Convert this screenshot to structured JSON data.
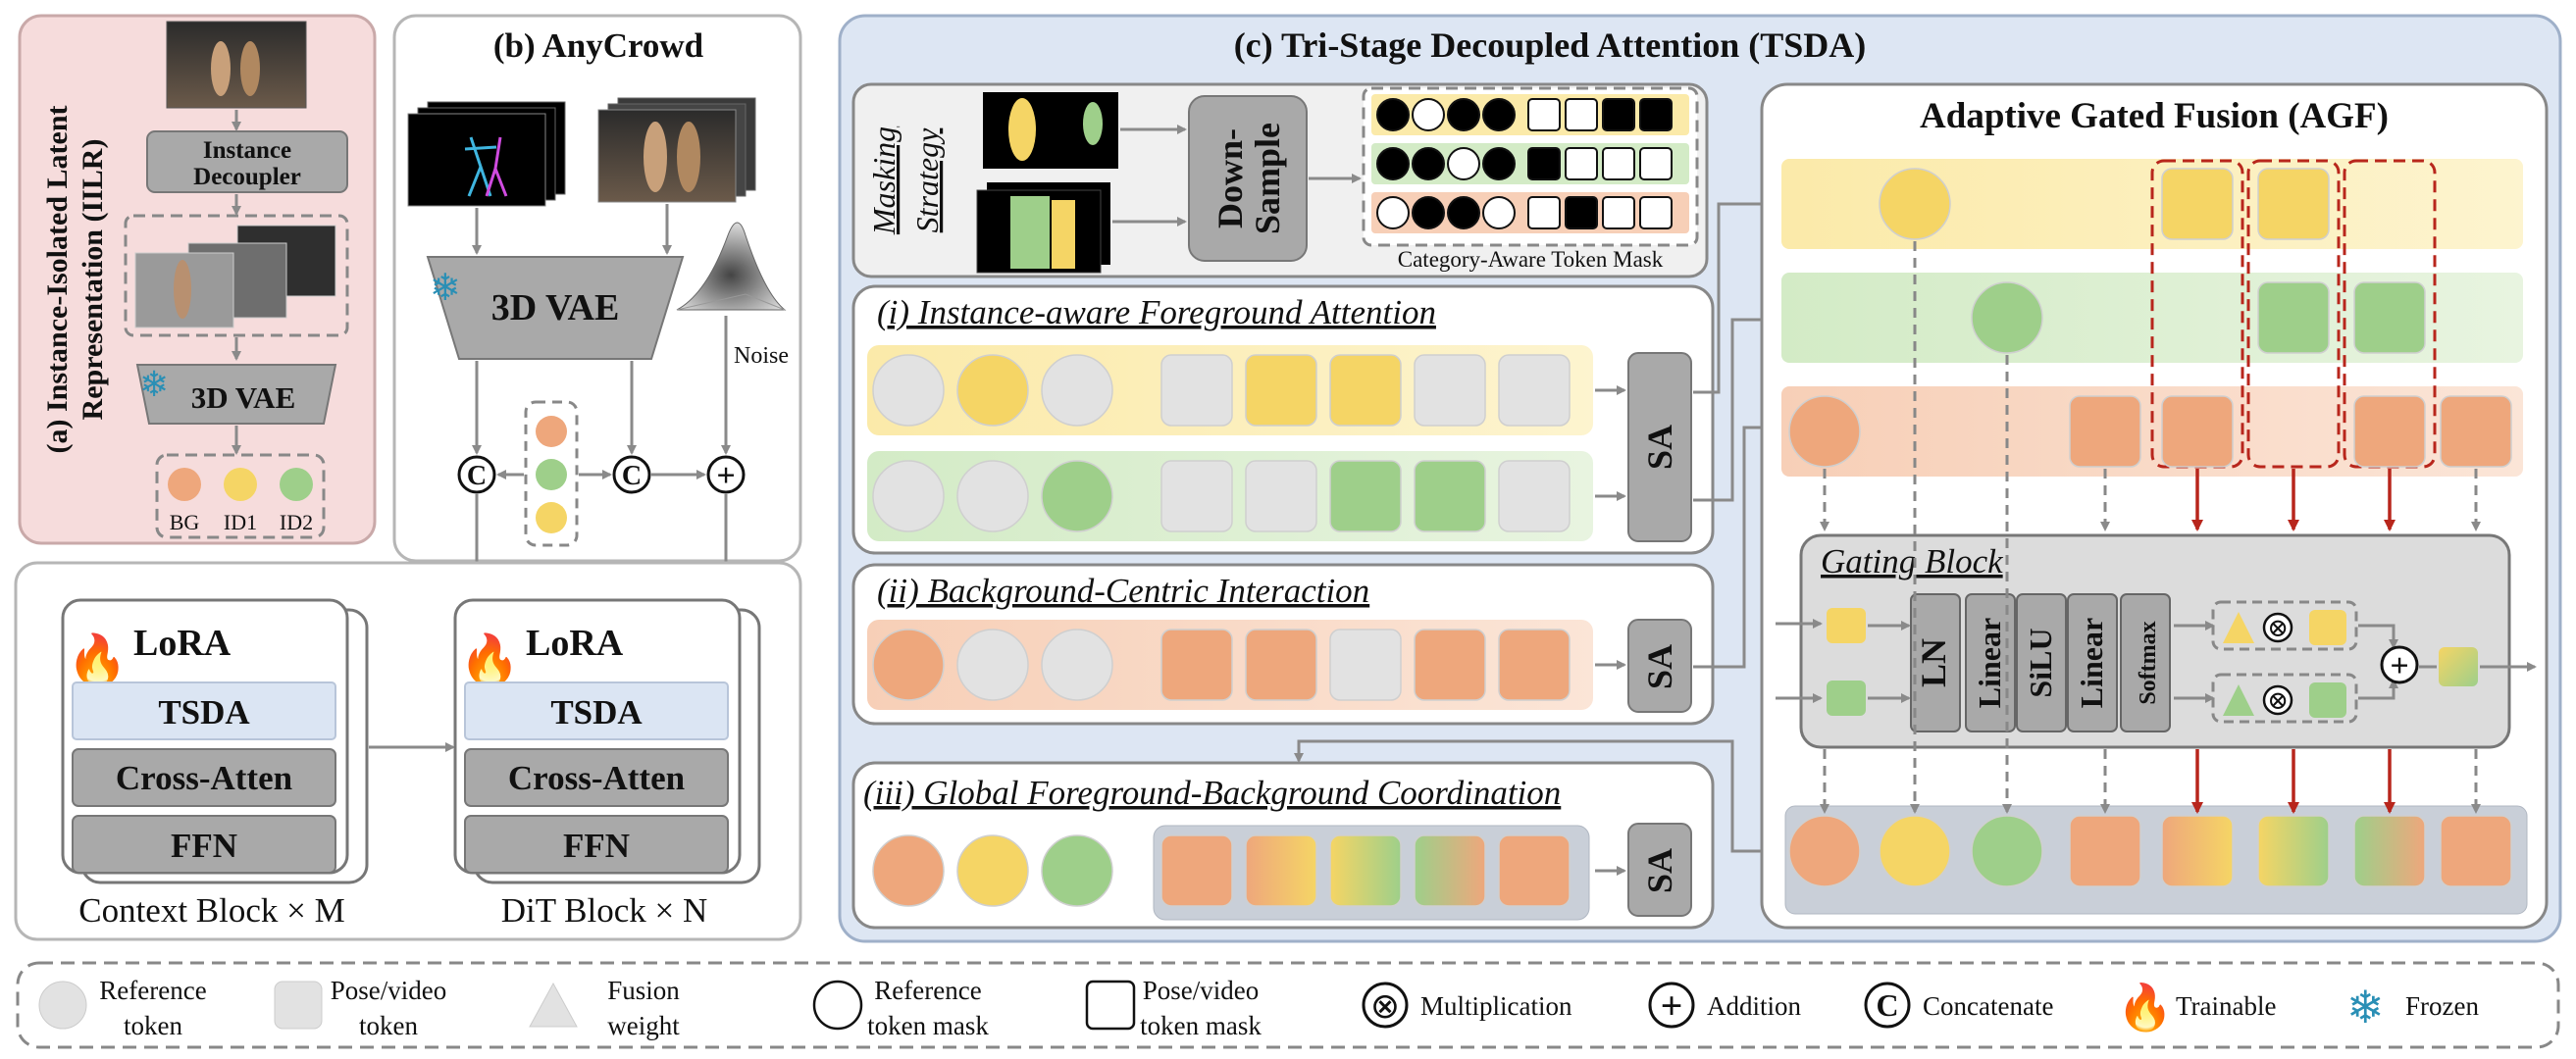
{
  "panel_a": {
    "title_line1": "(a) Instance-Isolated Latent",
    "title_line2": "Representation (IILR)",
    "decoupler_label_1": "Instance",
    "decoupler_label_2": "Decoupler",
    "vae_label": "3D VAE",
    "latent_labels": [
      "BG",
      "ID1",
      "ID2"
    ]
  },
  "panel_b": {
    "title": "(b) AnyCrowd",
    "vae_label": "3D VAE",
    "noise_label": "Noise",
    "concat_symbol": "C",
    "add_symbol": "+",
    "context_block": {
      "lora": "LoRA",
      "layers": [
        "TSDA",
        "Cross-Atten",
        "FFN"
      ],
      "caption": "Context Block × M"
    },
    "dit_block": {
      "lora": "LoRA",
      "layers": [
        "TSDA",
        "Cross-Atten",
        "FFN"
      ],
      "caption": "DiT Block × N"
    }
  },
  "panel_c": {
    "title": "(c) Tri-Stage Decoupled Attention (TSDA)",
    "masking": {
      "label_line1": "Masking",
      "label_line2": "Strategy",
      "downsample_1": "Down-",
      "downsample_2": "Sample",
      "mask_caption": "Category-Aware Token Mask"
    },
    "stage1": {
      "title": "(i) Instance-aware Foreground Attention",
      "sa": "SA"
    },
    "stage2": {
      "title": "(ii) Background-Centric Interaction",
      "sa": "SA"
    },
    "stage3": {
      "title": "(iii) Global Foreground-Background Coordination",
      "sa": "SA"
    },
    "agf": {
      "title": "Adaptive Gated Fusion (AGF)",
      "gating_title": "Gating Block",
      "layers": [
        "LN",
        "Linear",
        "SiLU",
        "Linear",
        "Softmax"
      ],
      "multiply_symbol": "⊗",
      "add_symbol": "+"
    }
  },
  "legend": [
    {
      "icon": "reference-token-icon",
      "line1": "Reference",
      "line2": "token"
    },
    {
      "icon": "pose-video-token-icon",
      "line1": "Pose/video",
      "line2": "token"
    },
    {
      "icon": "fusion-weight-icon",
      "line1": "Fusion",
      "line2": "weight"
    },
    {
      "icon": "reference-token-mask-icon",
      "line1": "Reference",
      "line2": "token mask"
    },
    {
      "icon": "pose-video-token-mask-icon",
      "line1": "Pose/video",
      "line2": "token mask"
    },
    {
      "icon": "multiplication-icon",
      "line1": "Multiplication",
      "line2": ""
    },
    {
      "icon": "addition-icon",
      "line1": "Addition",
      "line2": ""
    },
    {
      "icon": "concatenate-icon",
      "line1": "Concatenate",
      "line2": ""
    },
    {
      "icon": "trainable-fire-icon",
      "line1": "Trainable",
      "line2": ""
    },
    {
      "icon": "frozen-snowflake-icon",
      "line1": "Frozen",
      "line2": ""
    }
  ],
  "colors": {
    "background_token": "#eea77c",
    "id1_token": "#f5d565",
    "id2_token": "#9ecf8a",
    "neutral_token": "#e2e2e2",
    "panel_a_bg": "#f6dcdc",
    "panel_c_bg": "#dde6f3",
    "lora_red": "#c8102e",
    "gate_arrow_red": "#b8261c",
    "grey_block": "#a9a9a9",
    "tsda_blue": "#dbe5f3"
  }
}
